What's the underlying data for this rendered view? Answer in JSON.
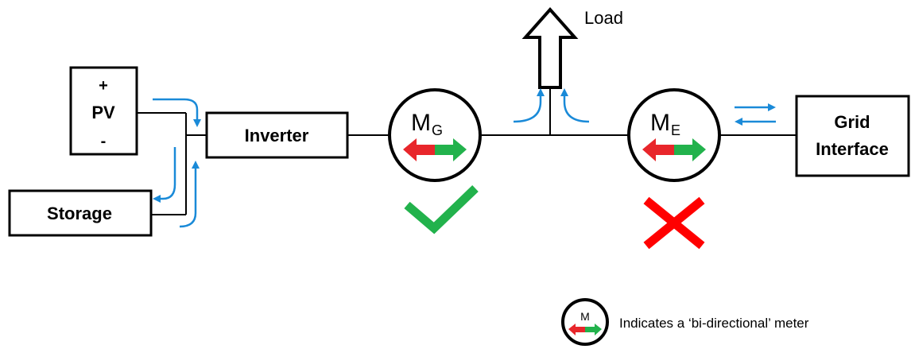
{
  "pv": {
    "plus": "+",
    "label": "PV",
    "minus": "-"
  },
  "storage": {
    "label": "Storage"
  },
  "inverter": {
    "label": "Inverter"
  },
  "load": {
    "label": "Load"
  },
  "grid": {
    "line1": "Grid",
    "line2": "Interface"
  },
  "meter_g": {
    "main": "M",
    "sub": "G",
    "status": "allowed"
  },
  "meter_e": {
    "main": "M",
    "sub": "E",
    "status": "not-allowed"
  },
  "legend": {
    "symbol": "M",
    "text": "Indicates a ‘bi-directional’ meter"
  },
  "colors": {
    "flow_arrow": "#1a8ad8",
    "meter_left": "#e8262b",
    "meter_right": "#22b24c",
    "check": "#22b24c",
    "cross": "#ff0000",
    "stroke": "#000000"
  }
}
